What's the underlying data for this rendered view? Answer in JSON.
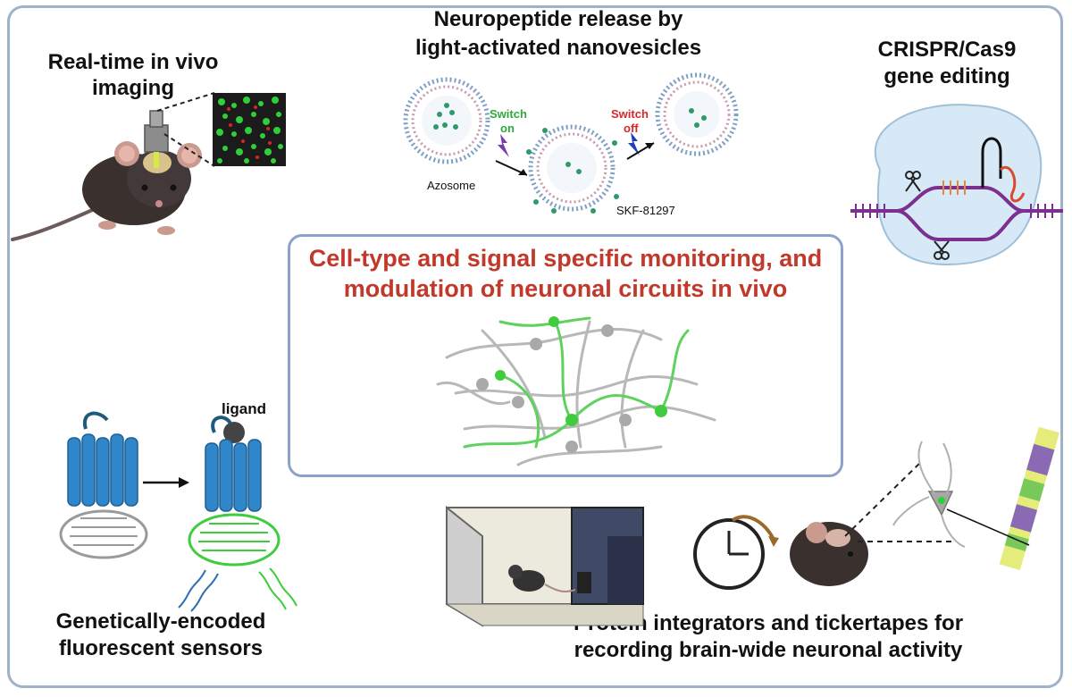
{
  "panels": {
    "imaging": {
      "title": "Real-time in vivo imaging"
    },
    "neuropeptide": {
      "title_line1": "Neuropeptide release by",
      "title_line2": "light-activated nanovesicles",
      "switch_on_line1": "Switch",
      "switch_on_line2": "on",
      "switch_off_line1": "Switch",
      "switch_off_line2": "off",
      "azosome_label": "Azosome",
      "drug_label": "SKF-81297"
    },
    "crispr": {
      "title_line1": "CRISPR/Cas9",
      "title_line2": "gene editing"
    },
    "center": {
      "title_line1": "Cell-type and signal specific monitoring, and",
      "title_line2": "modulation of neuronal circuits in vivo"
    },
    "sensors": {
      "ligand_label": "ligand",
      "title_line1": "Genetically-encoded",
      "title_line2": "fluorescent sensors"
    },
    "integrators": {
      "title_line1": "Protein integrators and tickertapes for",
      "title_line2": "recording brain-wide neuronal activity"
    }
  },
  "colors": {
    "frame": "#9fb3c8",
    "center_title": "#c0392b",
    "switch_on": "#2eaa3a",
    "switch_off": "#d62828",
    "receptor_blue": "#2f86c9",
    "gfp_green": "#3fcc3f"
  }
}
